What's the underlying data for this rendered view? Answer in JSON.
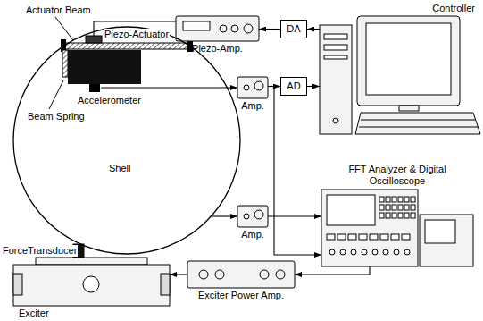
{
  "diagram": {
    "nodes": [
      {
        "text": [
          "Shell"
        ]
      },
      {
        "text": [
          "Piezo-Amp."
        ]
      },
      {
        "text": [
          "DA"
        ]
      },
      {
        "text": [
          "AD"
        ]
      },
      {
        "text": [
          "Controller"
        ]
      },
      {
        "text": [
          "Amp."
        ]
      },
      {
        "text": [
          "Amp."
        ]
      },
      {
        "text": [
          "FFT Analyzer & Digital Oscilloscope"
        ]
      },
      {
        "text": [
          "Exciter"
        ]
      },
      {
        "text": [
          "Exciter Power Amp."
        ]
      }
    ],
    "edges": [
      {
        "from": 2,
        "to": 1,
        "arrow": "to"
      },
      {
        "from": 4,
        "to": 2,
        "arrow": "to"
      },
      {
        "from": 3,
        "to": 4,
        "arrow": "to"
      },
      {
        "from": 5,
        "to": 3,
        "arrow": "to"
      },
      {
        "from": 5,
        "to": 7,
        "arrow": "to"
      },
      {
        "from": 6,
        "to": 7,
        "arrow": "to"
      },
      {
        "from": 0,
        "to": 5,
        "arrow": "to"
      },
      {
        "from": 0,
        "to": 6,
        "arrow": "to"
      },
      {
        "from": 1,
        "to": 0,
        "arrow": "none"
      },
      {
        "from": 7,
        "to": 9,
        "arrow": "to"
      },
      {
        "from": 9,
        "to": 8,
        "arrow": "to"
      }
    ],
    "labels": [
      "Actuator Beam",
      "Piezo-Actuator",
      "Accelerometer",
      "Beam Spring",
      "ForceTransducer"
    ]
  }
}
